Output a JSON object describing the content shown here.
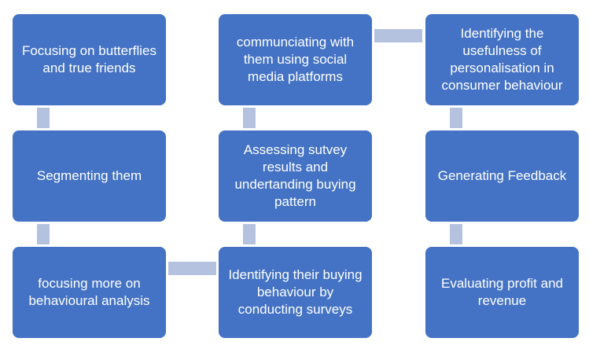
{
  "diagram": {
    "box_color": "#4472c4",
    "connector_color": "#b4c2e0",
    "boxes": {
      "b1": "Focusing on butterflies and true friends",
      "b2": "Segmenting them",
      "b3": "focusing more on behavioural analysis",
      "b4": "Identifying their buying behaviour by conducting surveys",
      "b5": "Assessing sutvey results and undertanding buying pattern",
      "b6": "communciating with them using social media platforms",
      "b7": "Identifying the usefulness of personalisation in consumer behaviour",
      "b8": "Generating Feedback",
      "b9": "Evaluating profit and revenue"
    }
  }
}
